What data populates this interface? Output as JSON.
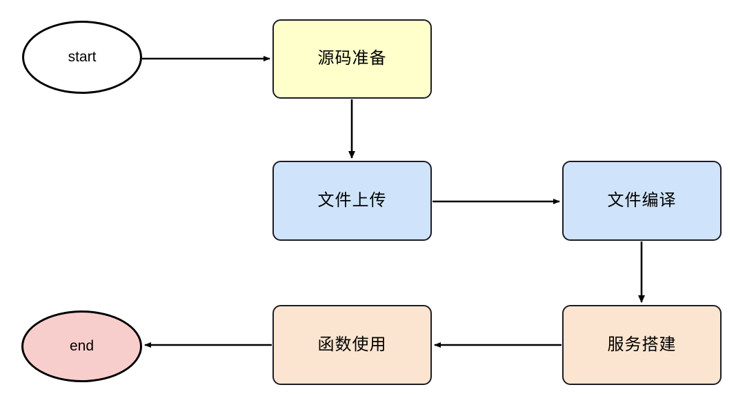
{
  "diagram": {
    "title": "flowchart",
    "background": "#ffffff",
    "edge_color": "#000000",
    "nodes": [
      {
        "id": "start",
        "label": "start",
        "shape": "ellipse",
        "fill": "#ffffff",
        "stroke": "#000000"
      },
      {
        "id": "source",
        "label": "源码准备",
        "shape": "rounded-rect",
        "fill": "#ffffcc",
        "stroke": "#1b1b24"
      },
      {
        "id": "upload",
        "label": "文件上传",
        "shape": "rounded-rect",
        "fill": "#cfe4fb",
        "stroke": "#1b1b24"
      },
      {
        "id": "compile",
        "label": "文件编译",
        "shape": "rounded-rect",
        "fill": "#cfe4fb",
        "stroke": "#1b1b24"
      },
      {
        "id": "service",
        "label": "服务搭建",
        "shape": "rounded-rect",
        "fill": "#fce5d0",
        "stroke": "#1b1b24"
      },
      {
        "id": "function",
        "label": "函数使用",
        "shape": "rounded-rect",
        "fill": "#fce5d0",
        "stroke": "#1b1b24"
      },
      {
        "id": "end",
        "label": "end",
        "shape": "ellipse",
        "fill": "#f8cecc",
        "stroke": "#000000"
      }
    ],
    "edges": [
      {
        "id": "start-to-source",
        "from": "start",
        "to": "source",
        "label": "",
        "direction": "right"
      },
      {
        "id": "source-to-upload",
        "from": "source",
        "to": "upload",
        "label": "",
        "direction": "down"
      },
      {
        "id": "upload-to-compile",
        "from": "upload",
        "to": "compile",
        "label": "",
        "direction": "right"
      },
      {
        "id": "compile-to-service",
        "from": "compile",
        "to": "service",
        "label": "",
        "direction": "down"
      },
      {
        "id": "service-to-function",
        "from": "service",
        "to": "function",
        "label": "",
        "direction": "left"
      },
      {
        "id": "function-to-end",
        "from": "function",
        "to": "end",
        "label": "",
        "direction": "left"
      }
    ]
  }
}
